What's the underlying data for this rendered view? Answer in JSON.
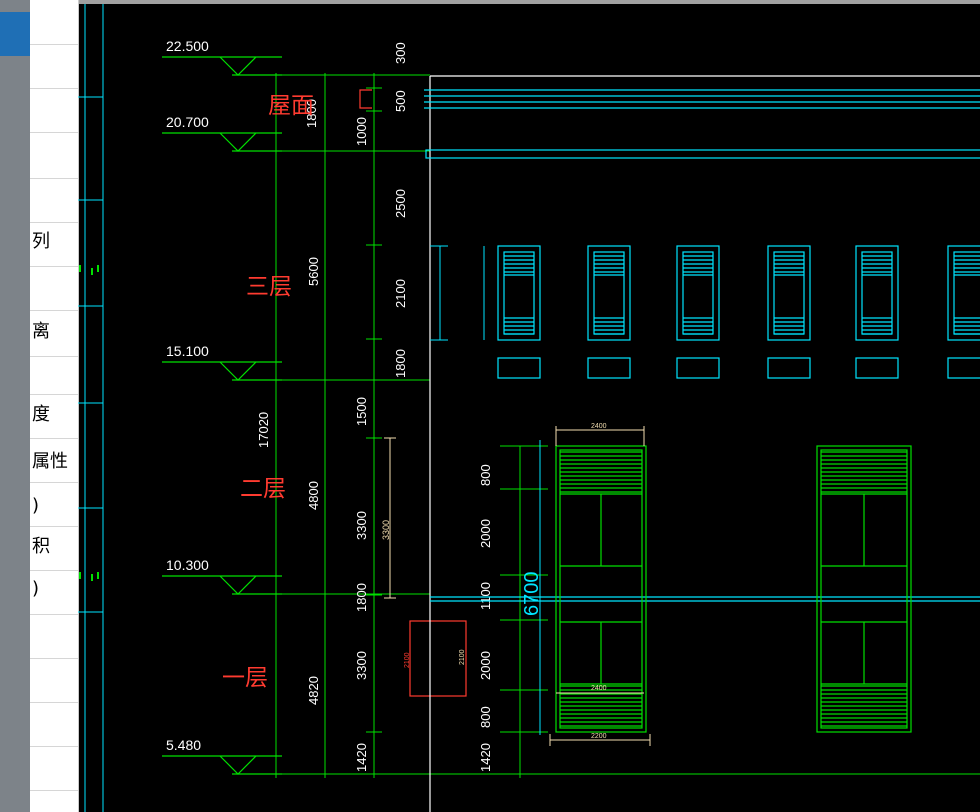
{
  "side_panel": {
    "labels": [
      "列",
      "离",
      "度",
      "属性",
      ")",
      "积",
      ")"
    ]
  },
  "drawing": {
    "elevations": [
      "22.500",
      "20.700",
      "15.100",
      "10.300",
      "5.480"
    ],
    "floor_labels": [
      "屋面",
      "三层",
      "二层",
      "一层"
    ],
    "dim_col1": [
      "1800",
      "5600",
      "17020",
      "4800",
      "4820"
    ],
    "dim_col2": [
      "300",
      "500",
      "1000",
      "2500",
      "2100",
      "1800",
      "1500",
      "3300",
      "1800",
      "3300",
      "1420"
    ],
    "dim_col3": [
      "800",
      "2000",
      "1100",
      "2000",
      "800",
      "1420"
    ],
    "dim_big": "6700",
    "dim_small": [
      "3300",
      "2100",
      "2100"
    ],
    "door_top_dims": [
      "2400",
      "2400"
    ],
    "door_bottom_dim": "2200"
  },
  "colors": {
    "green": "#00e000",
    "cyan": "#00e5ff",
    "red": "#ff3b30",
    "white": "#ffffff",
    "tan": "#f3deb0"
  }
}
